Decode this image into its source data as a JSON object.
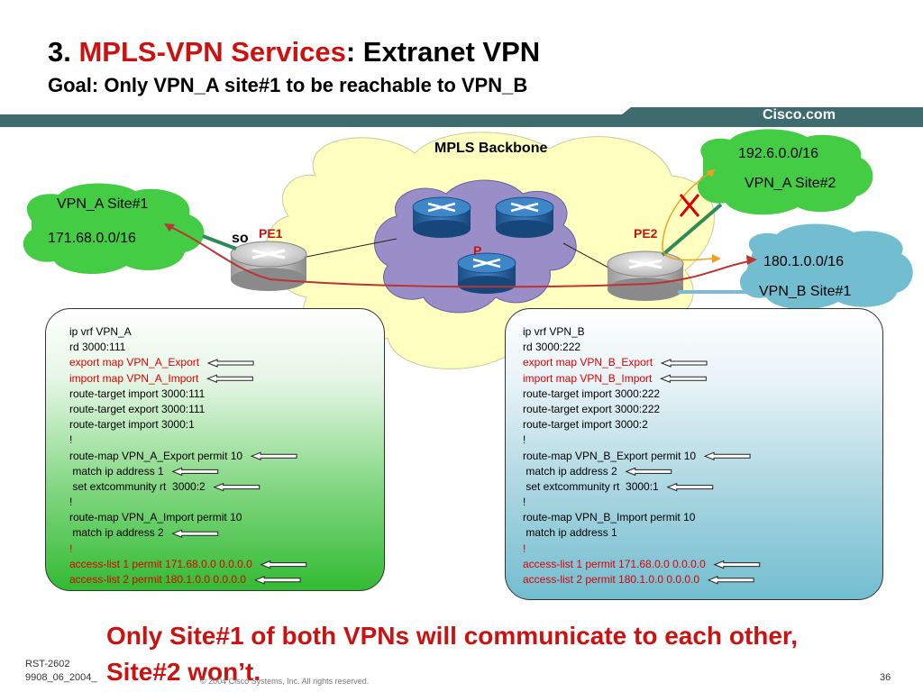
{
  "header": {
    "title_num": "3. ",
    "title_red": "MPLS-VPN Services",
    "title_rest": ": Extranet VPN",
    "subtitle": "Goal: Only VPN_A site#1 to be reachable to VPN_B",
    "brand": "Cisco.com"
  },
  "diagram": {
    "backbone_label": "MPLS Backbone",
    "p_label": "P",
    "pe1_label": "PE1",
    "pe2_label": "PE2",
    "so_label": "so",
    "vpn_a_site1": {
      "name": "VPN_A Site#1",
      "prefix": "171.68.0.0/16"
    },
    "vpn_a_site2": {
      "name": "VPN_A Site#2",
      "prefix": "192.6.0.0/16"
    },
    "vpn_b_site1": {
      "name": "VPN_B Site#1",
      "prefix": "180.1.0.0/16"
    }
  },
  "config_a": [
    {
      "text": "ip vrf VPN_A",
      "red": false,
      "arrow": false
    },
    {
      "text": "rd 3000:111",
      "red": false,
      "arrow": false
    },
    {
      "text": "export map VPN_A_Export",
      "red": true,
      "arrow": true
    },
    {
      "text": "import map VPN_A_Import",
      "red": true,
      "arrow": true
    },
    {
      "text": "route-target import 3000:111",
      "red": false,
      "arrow": false
    },
    {
      "text": "route-target export 3000:111",
      "red": false,
      "arrow": false
    },
    {
      "text": "route-target import 3000:1",
      "red": false,
      "arrow": false
    },
    {
      "text": "!",
      "red": false,
      "arrow": false
    },
    {
      "text": "route-map VPN_A_Export permit 10",
      "red": false,
      "arrow": true
    },
    {
      "text": " match ip address 1",
      "red": false,
      "arrow": true
    },
    {
      "text": " set extcommunity rt  3000:2",
      "red": false,
      "arrow": true
    },
    {
      "text": "!",
      "red": false,
      "arrow": false
    },
    {
      "text": "route-map VPN_A_Import permit 10",
      "red": false,
      "arrow": false
    },
    {
      "text": " match ip address 2",
      "red": false,
      "arrow": true
    },
    {
      "text": "!",
      "red": true,
      "arrow": false
    },
    {
      "text": "access-list 1 permit 171.68.0.0 0.0.0.0",
      "red": true,
      "arrow": true
    },
    {
      "text": "access-list 2 permit 180.1.0.0 0.0.0.0",
      "red": true,
      "arrow": true
    }
  ],
  "config_b": [
    {
      "text": "ip vrf VPN_B",
      "red": false,
      "arrow": false
    },
    {
      "text": "rd 3000:222",
      "red": false,
      "arrow": false
    },
    {
      "text": "export map VPN_B_Export",
      "red": true,
      "arrow": true
    },
    {
      "text": "import map VPN_B_Import",
      "red": true,
      "arrow": true
    },
    {
      "text": "route-target import 3000:222",
      "red": false,
      "arrow": false
    },
    {
      "text": "route-target export 3000:222",
      "red": false,
      "arrow": false
    },
    {
      "text": "route-target import 3000:2",
      "red": false,
      "arrow": false
    },
    {
      "text": "!",
      "red": false,
      "arrow": false
    },
    {
      "text": "route-map VPN_B_Export permit 10",
      "red": false,
      "arrow": true
    },
    {
      "text": " match ip address 2",
      "red": false,
      "arrow": true
    },
    {
      "text": " set extcommunity rt  3000:1",
      "red": false,
      "arrow": true
    },
    {
      "text": "!",
      "red": false,
      "arrow": false
    },
    {
      "text": "route-map VPN_B_Import permit 10",
      "red": false,
      "arrow": false
    },
    {
      "text": " match ip address 1",
      "red": false,
      "arrow": false
    },
    {
      "text": "!",
      "red": true,
      "arrow": false
    },
    {
      "text": "access-list 1 permit 171.68.0.0 0.0.0.0",
      "red": true,
      "arrow": true
    },
    {
      "text": "access-list 2 permit 180.1.0.0 0.0.0.0",
      "red": true,
      "arrow": true
    }
  ],
  "note": "Only Site#1 of both VPNs will communicate to each other, Site#2 won’t.",
  "footer": {
    "code": "RST-2602",
    "date": "9908_06_2004_",
    "copyright": "© 2004 Cisco Systems, Inc. All rights reserved.",
    "page": "36"
  },
  "colors": {
    "title_red": "#cc1111",
    "bar": "#3d6b70",
    "cloud_yellow": "#ffffc0",
    "cloud_green": "#44cc44",
    "cloud_purple": "#9a8ec8",
    "router_blue": "#1f5fa0",
    "path_red": "#bb3333"
  }
}
